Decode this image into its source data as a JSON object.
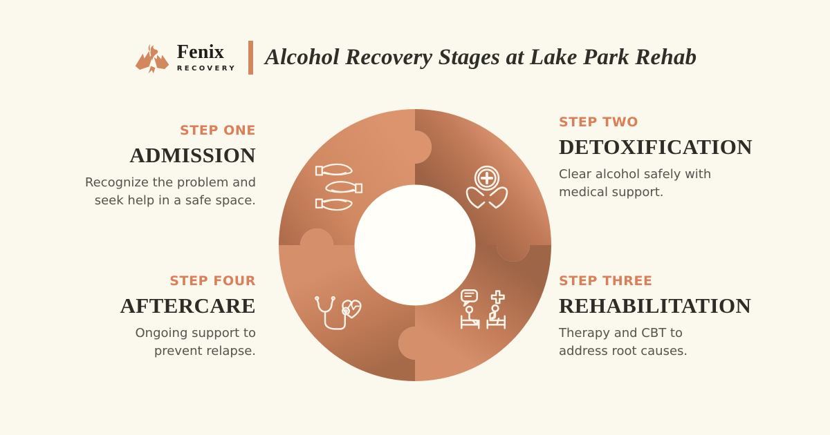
{
  "page": {
    "background": "#FBF8EE",
    "accent_orange": "#D9805A",
    "copper_light": "#D9906B",
    "copper_dark": "#9F6547"
  },
  "header": {
    "brand": {
      "name": "Fenix",
      "subtitle": "RECOVERY",
      "logo_icon": "phoenix-icon",
      "logo_color": "#D2875F"
    },
    "divider_color": "#D2875F",
    "title": "Alcohol Recovery Stages at Lake Park Rehab"
  },
  "diagram": {
    "type": "puzzle-ring",
    "pieces": [
      {
        "position": "top-left",
        "icon": "caring-hands-icon",
        "step": 1
      },
      {
        "position": "top-right",
        "icon": "hands-holding-medical-cross-icon",
        "step": 2
      },
      {
        "position": "bottom-right",
        "icon": "therapy-session-icon",
        "step": 3
      },
      {
        "position": "bottom-left",
        "icon": "stethoscope-heart-icon",
        "step": 4
      }
    ],
    "inner_circle_color": "#FFFEF8"
  },
  "steps": [
    {
      "label": "STEP ONE",
      "title": "ADMISSION",
      "description": "Recognize the problem and seek help in a safe space."
    },
    {
      "label": "STEP TWO",
      "title": "DETOXIFICATION",
      "description": "Clear alcohol safely with medical support."
    },
    {
      "label": "STEP THREE",
      "title": "REHABILITATION",
      "description": "Therapy and CBT to address root causes."
    },
    {
      "label": "STEP FOUR",
      "title": "AFTERCARE",
      "description": "Ongoing support to prevent relapse."
    }
  ]
}
